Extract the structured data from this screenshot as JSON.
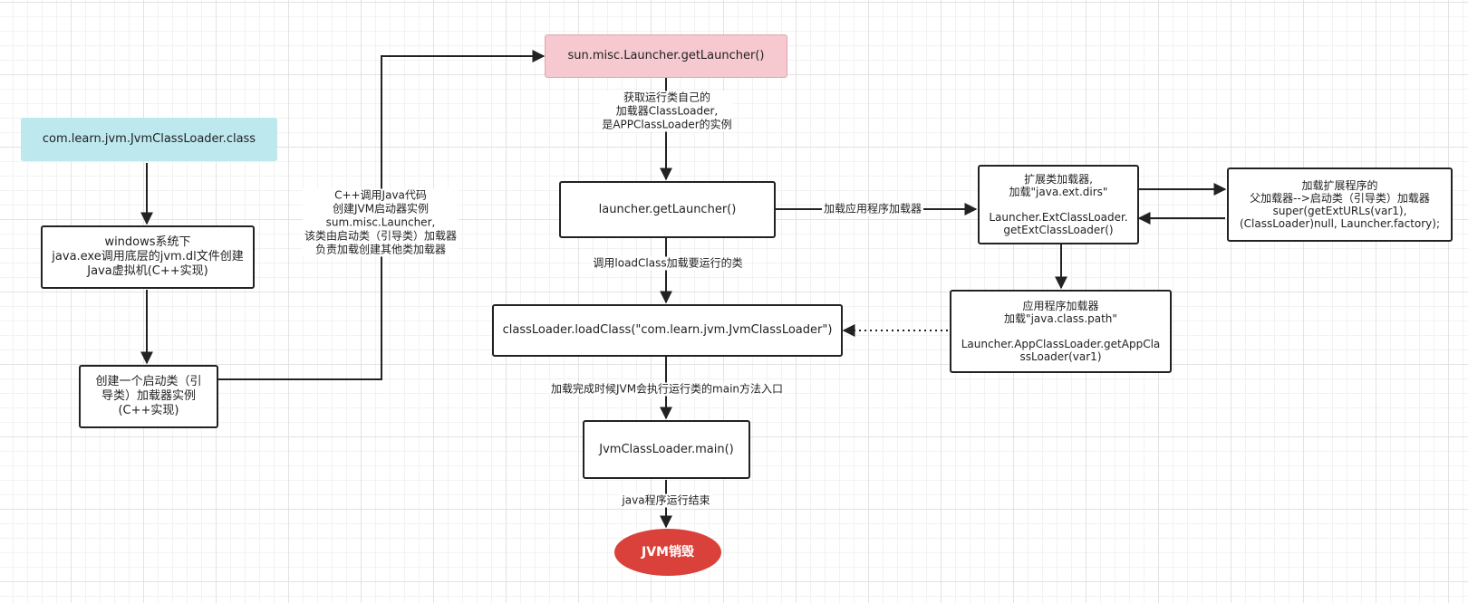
{
  "nodes": {
    "class_file": "com.learn.jvm.JvmClassLoader.class",
    "create_jvm": "windows系统下\njava.exe调用底层的jvm.dl文件创建\nJava虚拟机(C++实现)",
    "bootstrap": "创建一个启动类（引\n导类）加载器实例\n(C++实现)",
    "get_launcher": "sun.misc.Launcher.getLauncher()",
    "launcher_get": "launcher.getLauncher()",
    "load_class": "classLoader.loadClass(\"com.learn.jvm.JvmClassLoader\")",
    "main": "JvmClassLoader.main()",
    "destroy": "JVM销毁",
    "ext_loader": "扩展类加载器,\n加载\"java.ext.dirs\"\n\nLauncher.ExtClassLoader.\ngetExtClassLoader()",
    "parent_loader": "加载扩展程序的\n父加载器-->启动类（引导类）加载器\nsuper(getExtURLs(var1),\n(ClassLoader)null, Launcher.factory);",
    "app_loader": "应用程序加载器\n加载\"java.class.path\"\n\nLauncher.AppClassLoader.getAppCla\nssLoader(var1)"
  },
  "labels": {
    "cpp_call_java": "C++调用Java代码\n创建JVM启动器实例\nsum.misc.Launcher,\n该类由启动类（引导类）加载器\n负责加载创建其他类加载器",
    "get_self_loader": "获取运行类自己的\n加载器ClassLoader,\n是APPClassLoader的实例",
    "load_app_loader": "加载应用程序加载器",
    "call_loadclass": "调用loadClass加载要运行的类",
    "exec_main": "加载完成时候JVM会执行运行类的main方法入口",
    "program_end": "java程序运行结束"
  },
  "colors": {
    "start_fill": "#bde8ee",
    "entry_fill": "#f5c9cf",
    "end_fill": "#d9413a",
    "line": "#222222"
  }
}
